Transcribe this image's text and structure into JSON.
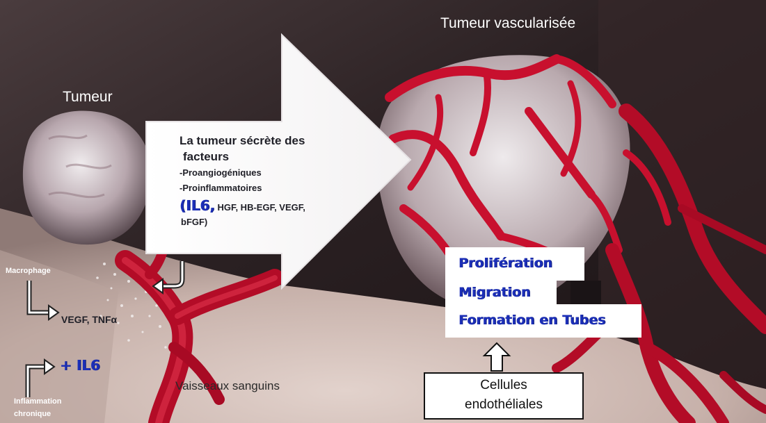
{
  "labels": {
    "tumor": "Tumeur",
    "vascularized_tumor": "Tumeur vascularisée",
    "secretion_line1": "La tumeur sécrète des",
    "secretion_line2": "facteurs",
    "proangiogenic": "-Proangiogéniques",
    "proinflammatory": "-Proinflammatoires",
    "factors_il6": "(IL6,",
    "factors_rest": " HGF, HB-EGF, VEGF,",
    "factors_line2": "bFGF)",
    "macrophage": "Macrophage",
    "vegf_tnf": "VEGF, TNFα",
    "plus_il6": "+ IL6",
    "inflammation_line1": "Inflammation",
    "inflammation_line2": "chronique",
    "blood_vessels": "Vaisseaux sanguins",
    "proliferation": "Prolifération",
    "migration": "Migration",
    "tube_formation": "Formation en Tubes",
    "endothelial_line1": "Cellules",
    "endothelial_line2": "endothéliales"
  },
  "colors": {
    "background_dark": "#2a2022",
    "skin": "#cdb9b2",
    "vessel_red": "#c8102e",
    "label_blue": "#1c2fb8"
  }
}
